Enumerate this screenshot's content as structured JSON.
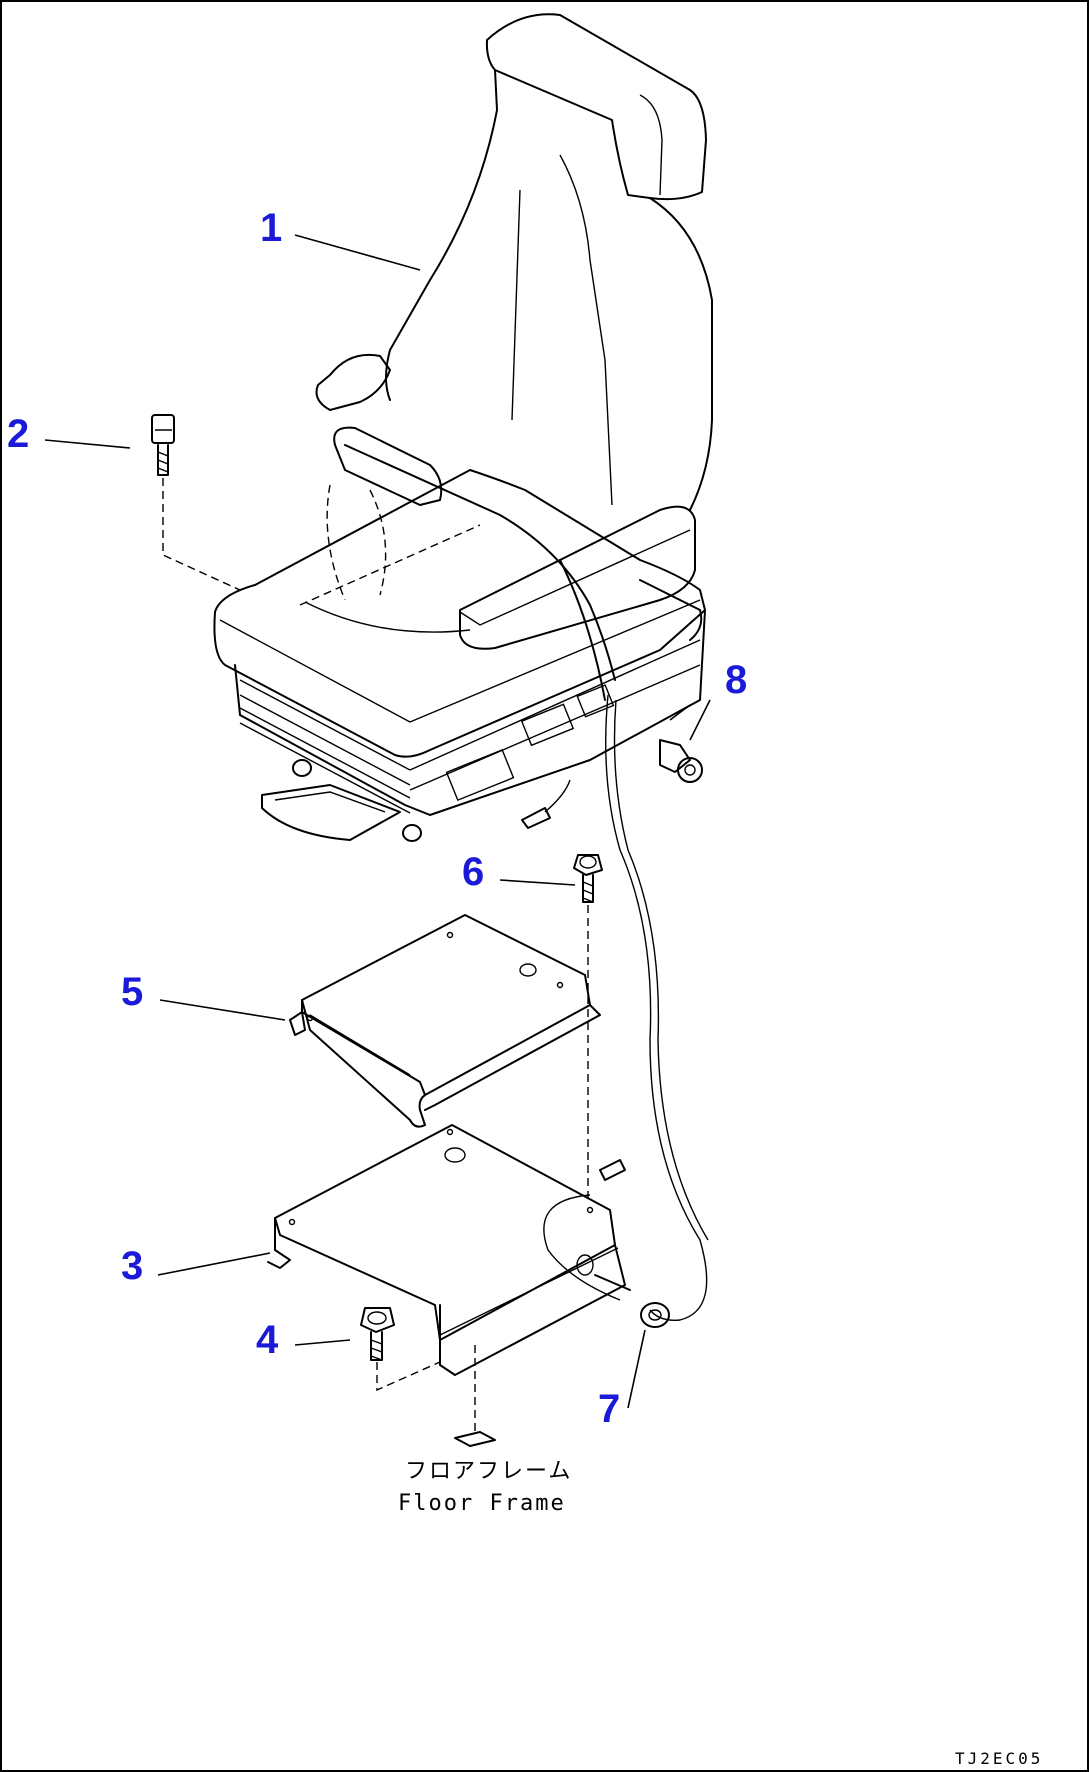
{
  "callouts": [
    "1",
    "2",
    "3",
    "4",
    "5",
    "6",
    "7",
    "8"
  ],
  "caption": {
    "jp": "フロアフレーム",
    "en": "Floor Frame"
  },
  "drawing_code": "TJ2EC05",
  "colors": {
    "callout": "#1a1ad8",
    "line": "#000000",
    "background": "#ffffff"
  }
}
